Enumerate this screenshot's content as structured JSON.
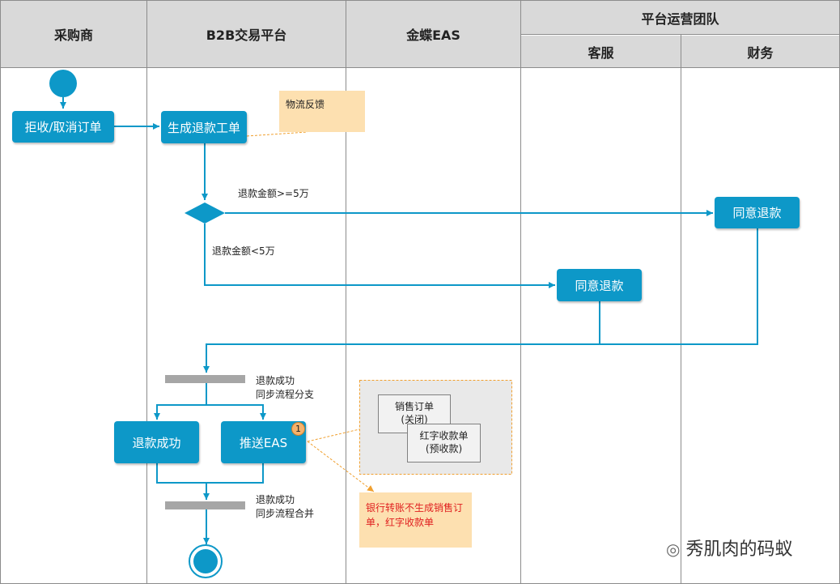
{
  "lanes": {
    "buyer": "采购商",
    "b2b": "B2B交易平台",
    "eas": "金蝶EAS",
    "ops": "平台运营团队",
    "cs": "客服",
    "finance": "财务"
  },
  "nodes": {
    "reject": "拒收/取消订单",
    "create_ticket": "生成退款工单",
    "finance_agree": "同意退款",
    "cs_agree": "同意退款",
    "refund_success": "退款成功",
    "push_eas": "推送EAS"
  },
  "notes": {
    "logistics": "物流反馈",
    "bank_transfer": "银行转账不生成销售订单，红字收款单"
  },
  "labels": {
    "ge5w": "退款金额>=5万",
    "lt5w": "退款金额<5万",
    "fork_1": "退款成功",
    "fork_2": "同步流程分支",
    "join_1": "退款成功",
    "join_2": "同步流程合并"
  },
  "docs": {
    "sales_order_1": "销售订单",
    "sales_order_2": "(关闭)",
    "red_receipt_1": "红字收款单",
    "red_receipt_2": "(预收款)"
  },
  "badge": "1",
  "watermark": "秀肌肉的码蚁",
  "colors": {
    "primary": "#0d98c8",
    "note": "#fde0b0",
    "header": "#d9d9d9",
    "dashed": "#f0a030"
  }
}
